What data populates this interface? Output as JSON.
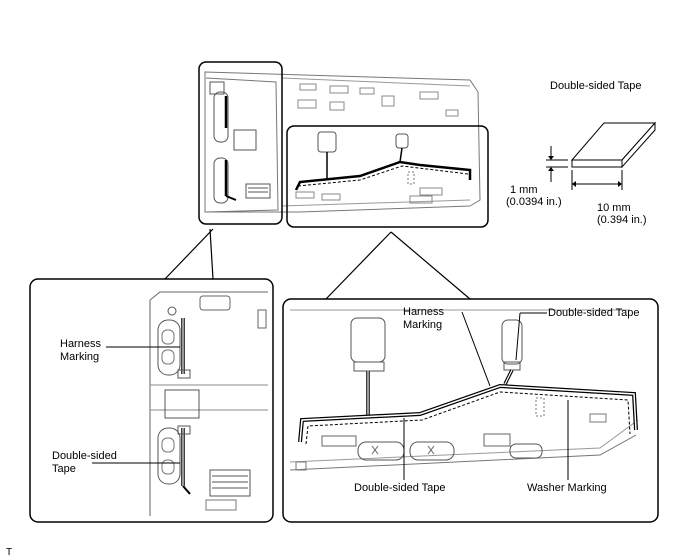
{
  "labels": {
    "tape_title": "Double-sided Tape",
    "thickness_mm": "1 mm",
    "thickness_in": "(0.0394 in.)",
    "width_mm": "10 mm",
    "width_in": "(0.394 in.)",
    "left_harness_1": "Harness",
    "left_harness_2": "Marking",
    "left_tape_1": "Double-sided",
    "left_tape_2": "Tape",
    "right_harness_1": "Harness",
    "right_harness_2": "Marking",
    "right_tape_top": "Double-sided Tape",
    "right_tape_bottom": "Double-sided Tape",
    "washer_marking": "Washer Marking",
    "corner_mark": "T"
  }
}
